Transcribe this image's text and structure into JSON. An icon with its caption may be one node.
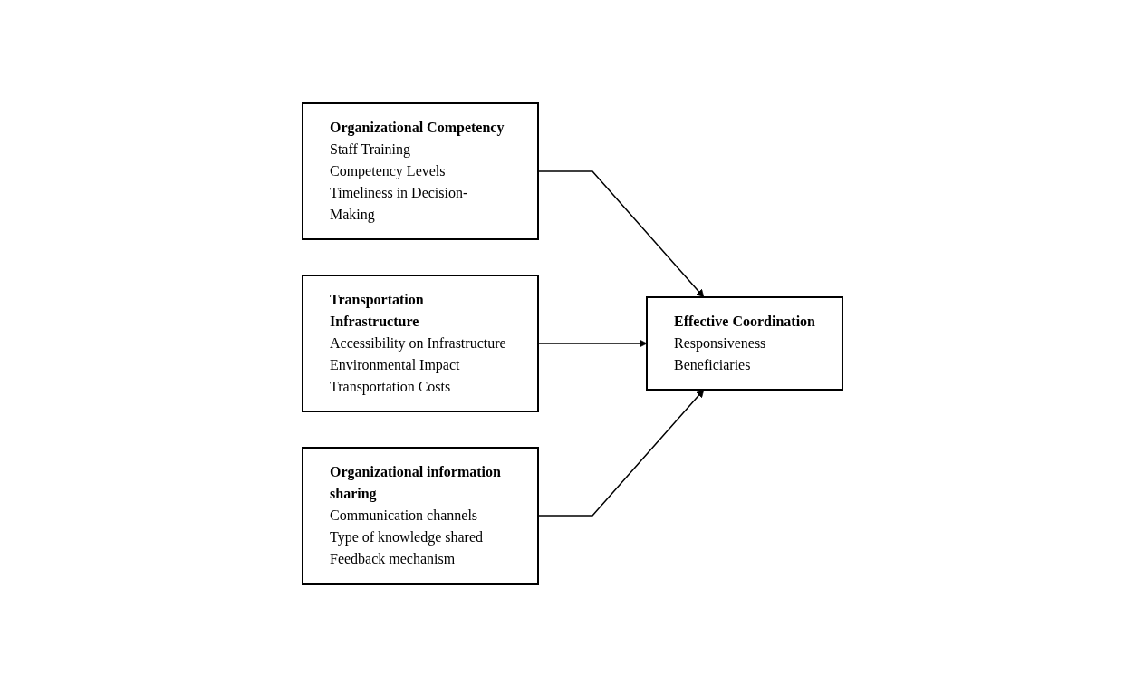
{
  "diagram": {
    "nodes": [
      {
        "text": [
          "Organizational Competency",
          "Staff Training",
          "Competency Levels",
          "Timeliness in Decision-Making"
        ]
      },
      {
        "text": [
          "Transportation Infrastructure",
          "Accessibility on Infrastructure",
          "Environmental Impact",
          "Transportation Costs"
        ]
      },
      {
        "text": [
          "Organizational information sharing",
          "Communication channels",
          "Type of knowledge shared",
          "Feedback mechanism"
        ]
      },
      {
        "text": [
          "Effective Coordination",
          "Responsiveness",
          "Beneficiaries"
        ]
      }
    ],
    "edges": [
      {
        "from": 0,
        "to": 3,
        "arrow": "to"
      },
      {
        "from": 1,
        "to": 3,
        "arrow": "to"
      },
      {
        "from": 2,
        "to": 3,
        "arrow": "to"
      }
    ]
  }
}
